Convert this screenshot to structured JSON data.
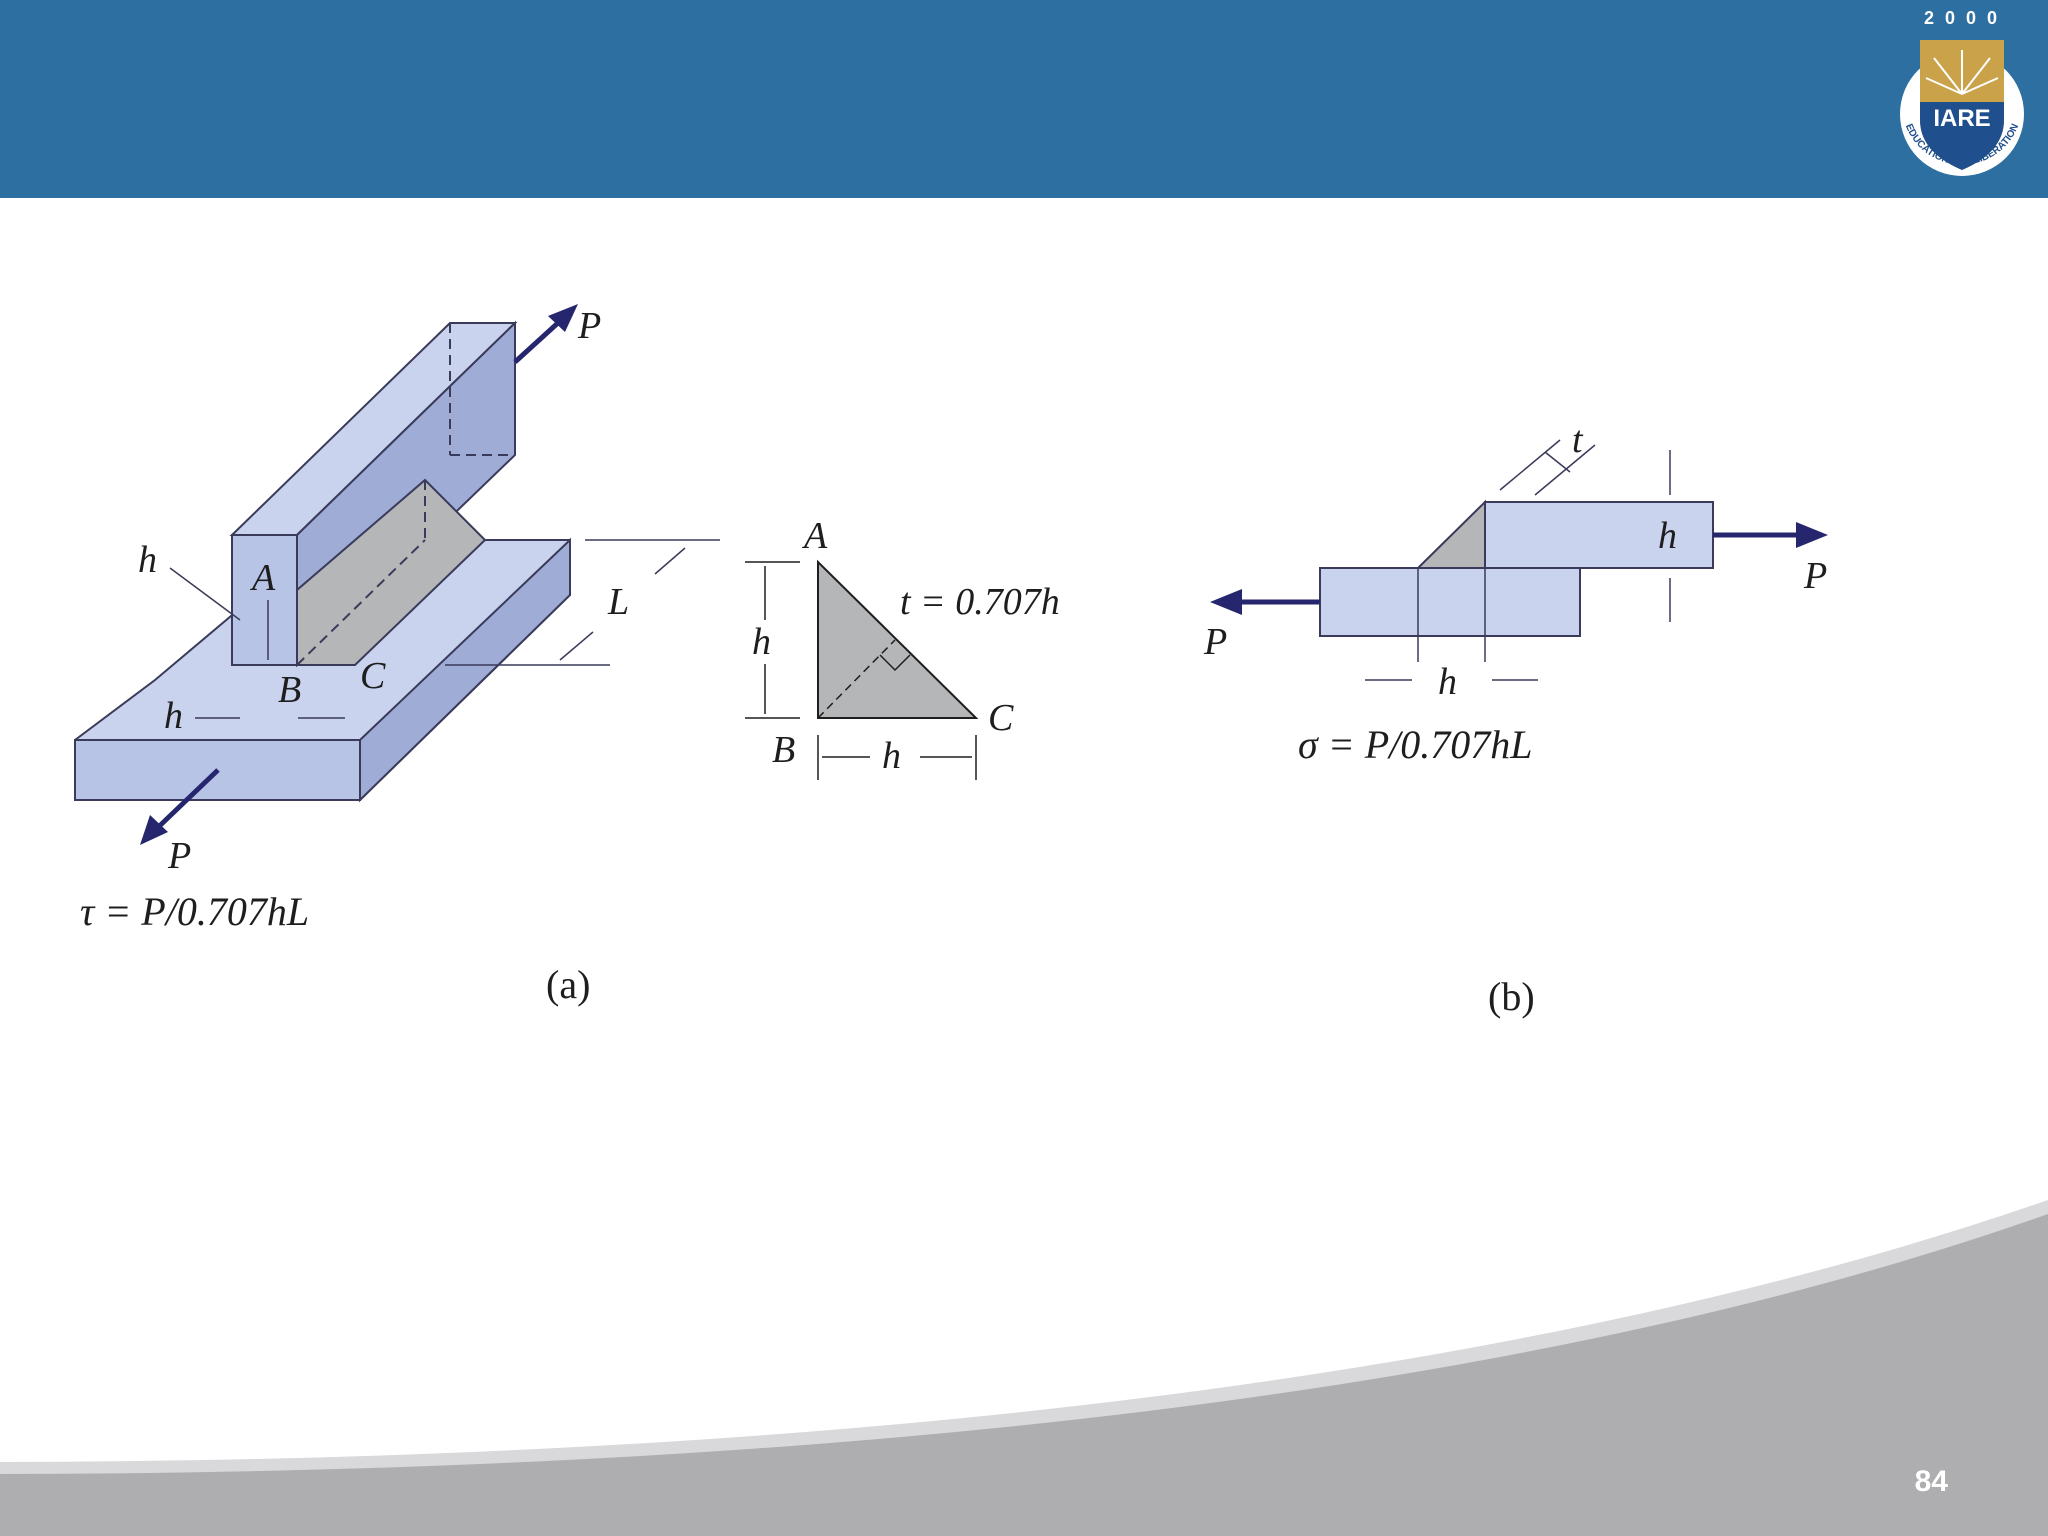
{
  "logo": {
    "year": "2 0 0 0",
    "name": "IARE",
    "motto": "EDUCATION FOR LIBERATION"
  },
  "figure_a": {
    "load_top": "P",
    "load_bottom": "P",
    "weld_size_label": "h",
    "point_a": "A",
    "point_b": "B",
    "point_c": "C",
    "leg_label": "h",
    "length_label": "L",
    "formula": "τ = P/0.707hL",
    "caption": "(a)"
  },
  "triangle_detail": {
    "point_a": "A",
    "point_b": "B",
    "point_c": "C",
    "height_label": "h",
    "base_label": "h",
    "throat_label": "t = 0.707h"
  },
  "figure_b": {
    "throat_label": "t",
    "thickness_label": "h",
    "load_right": "P",
    "load_left": "P",
    "leg_label": "h",
    "formula": "σ = P/0.707hL",
    "caption": "(b)"
  },
  "page_number": "84",
  "colors": {
    "header": "#2e6fa1",
    "plate": "#b8c4e6",
    "plate_top": "#c9d3ee",
    "plate_side": "#9eacd6",
    "weld": "#b4b6b8",
    "arrow": "#26266e",
    "footer_gray": "#aeaeb1"
  }
}
